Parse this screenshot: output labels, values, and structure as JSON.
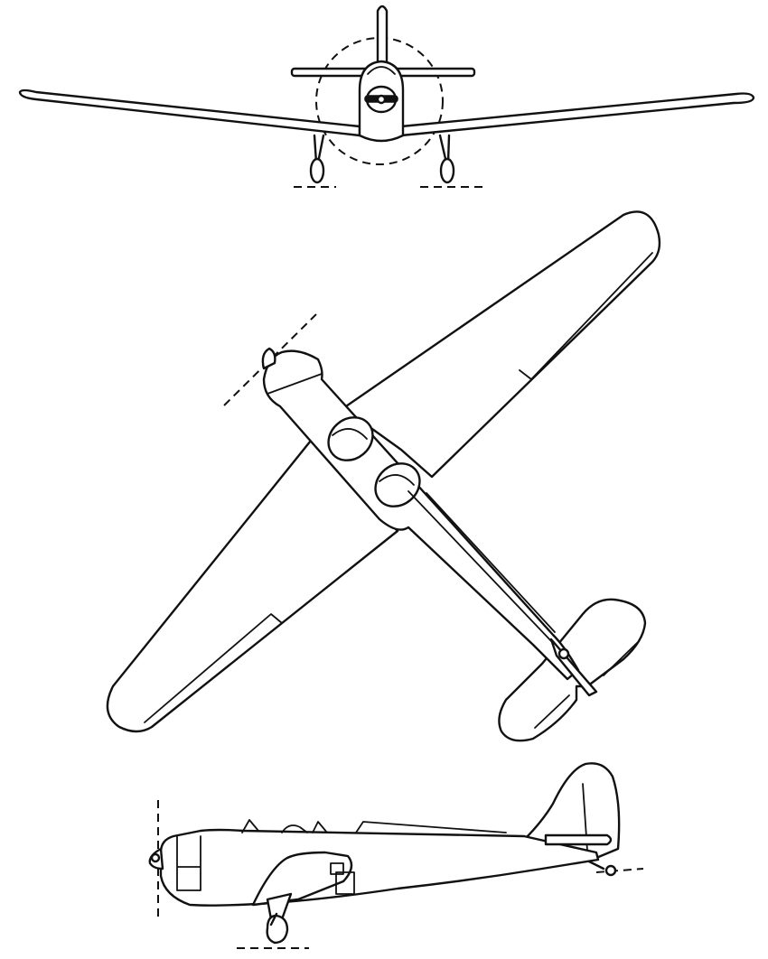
{
  "diagram": {
    "views": [
      {
        "id": "front",
        "icon": "front-view"
      },
      {
        "id": "top",
        "icon": "plan-view"
      },
      {
        "id": "side",
        "icon": "side-view"
      }
    ],
    "colors": {
      "ink": "#111111",
      "paper": "#ffffff"
    }
  }
}
